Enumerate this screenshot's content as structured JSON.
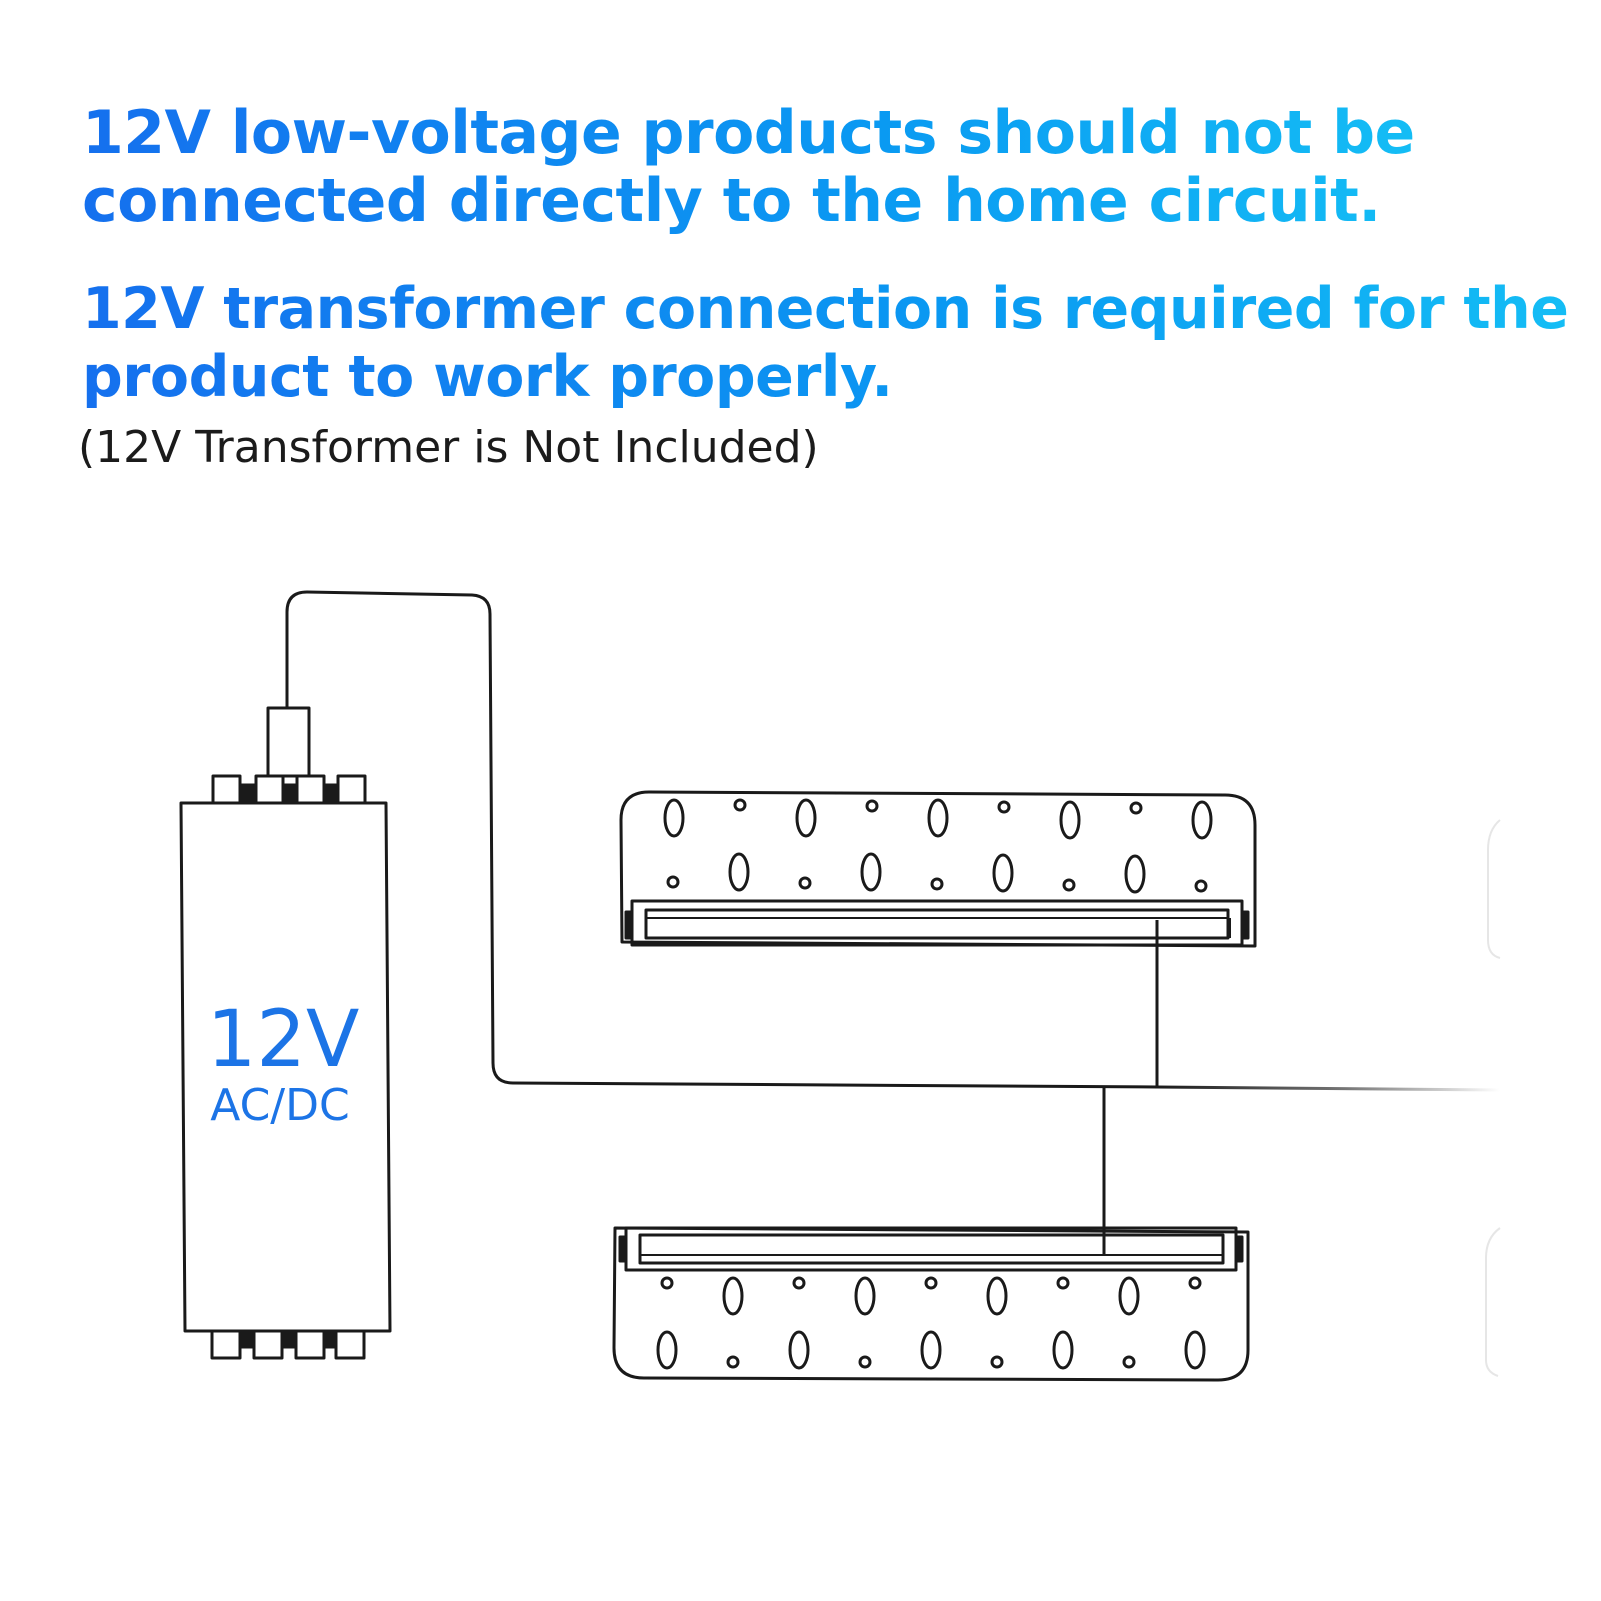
{
  "headline1": {
    "line1": "12V low-voltage products should not be",
    "line2": "connected directly to the home circuit."
  },
  "headline2": {
    "line1": "12V transformer connection is required for the",
    "line2": "product to work properly."
  },
  "note": "(12V Transformer is Not Included)",
  "transformer": {
    "voltage": "12V",
    "type": "AC/DC"
  },
  "colors": {
    "headline_start": "#1570ee",
    "headline_end": "#14bdf5",
    "label": "#1c74e6",
    "line": "#1a1a1a"
  }
}
